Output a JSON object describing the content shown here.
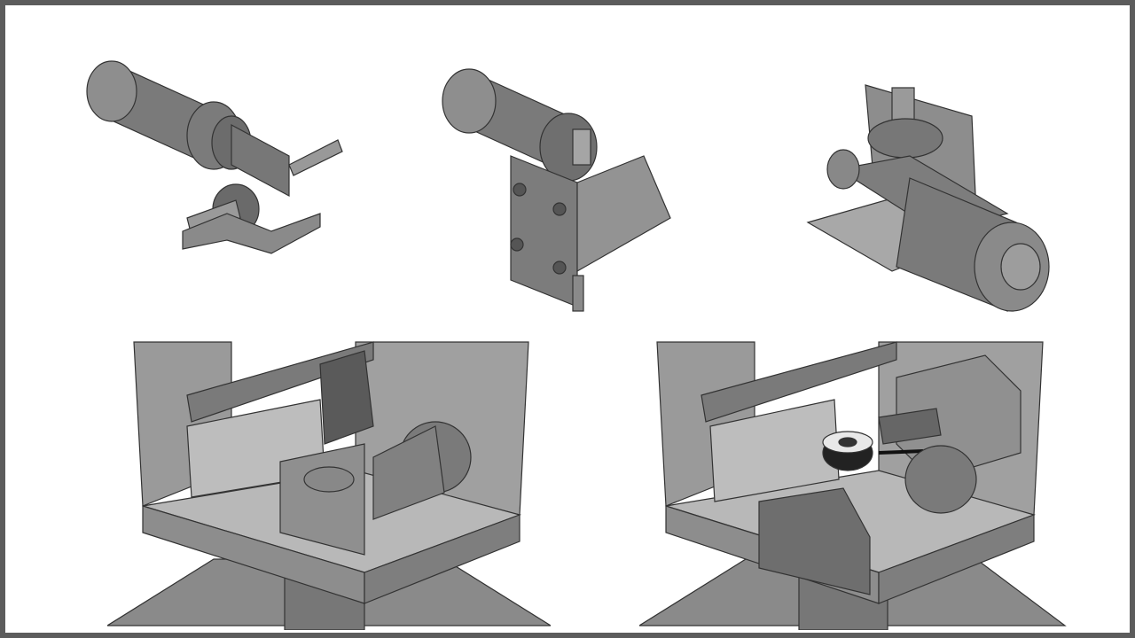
{
  "colors": {
    "border": "#5c5c5c",
    "background": "#ffffff",
    "metal_dark": "#6e6e6e",
    "metal_mid": "#8c8c8c",
    "metal_light": "#b4b4b4",
    "floor": "#8a8a8a"
  },
  "views": [
    {
      "id": "gearmotor-foot-mount"
    },
    {
      "id": "gearmotor-bracket-front"
    },
    {
      "id": "gearmotor-bracket-rear"
    },
    {
      "id": "enclosure-assembly-without-brake"
    },
    {
      "id": "enclosure-assembly-with-brake"
    }
  ]
}
